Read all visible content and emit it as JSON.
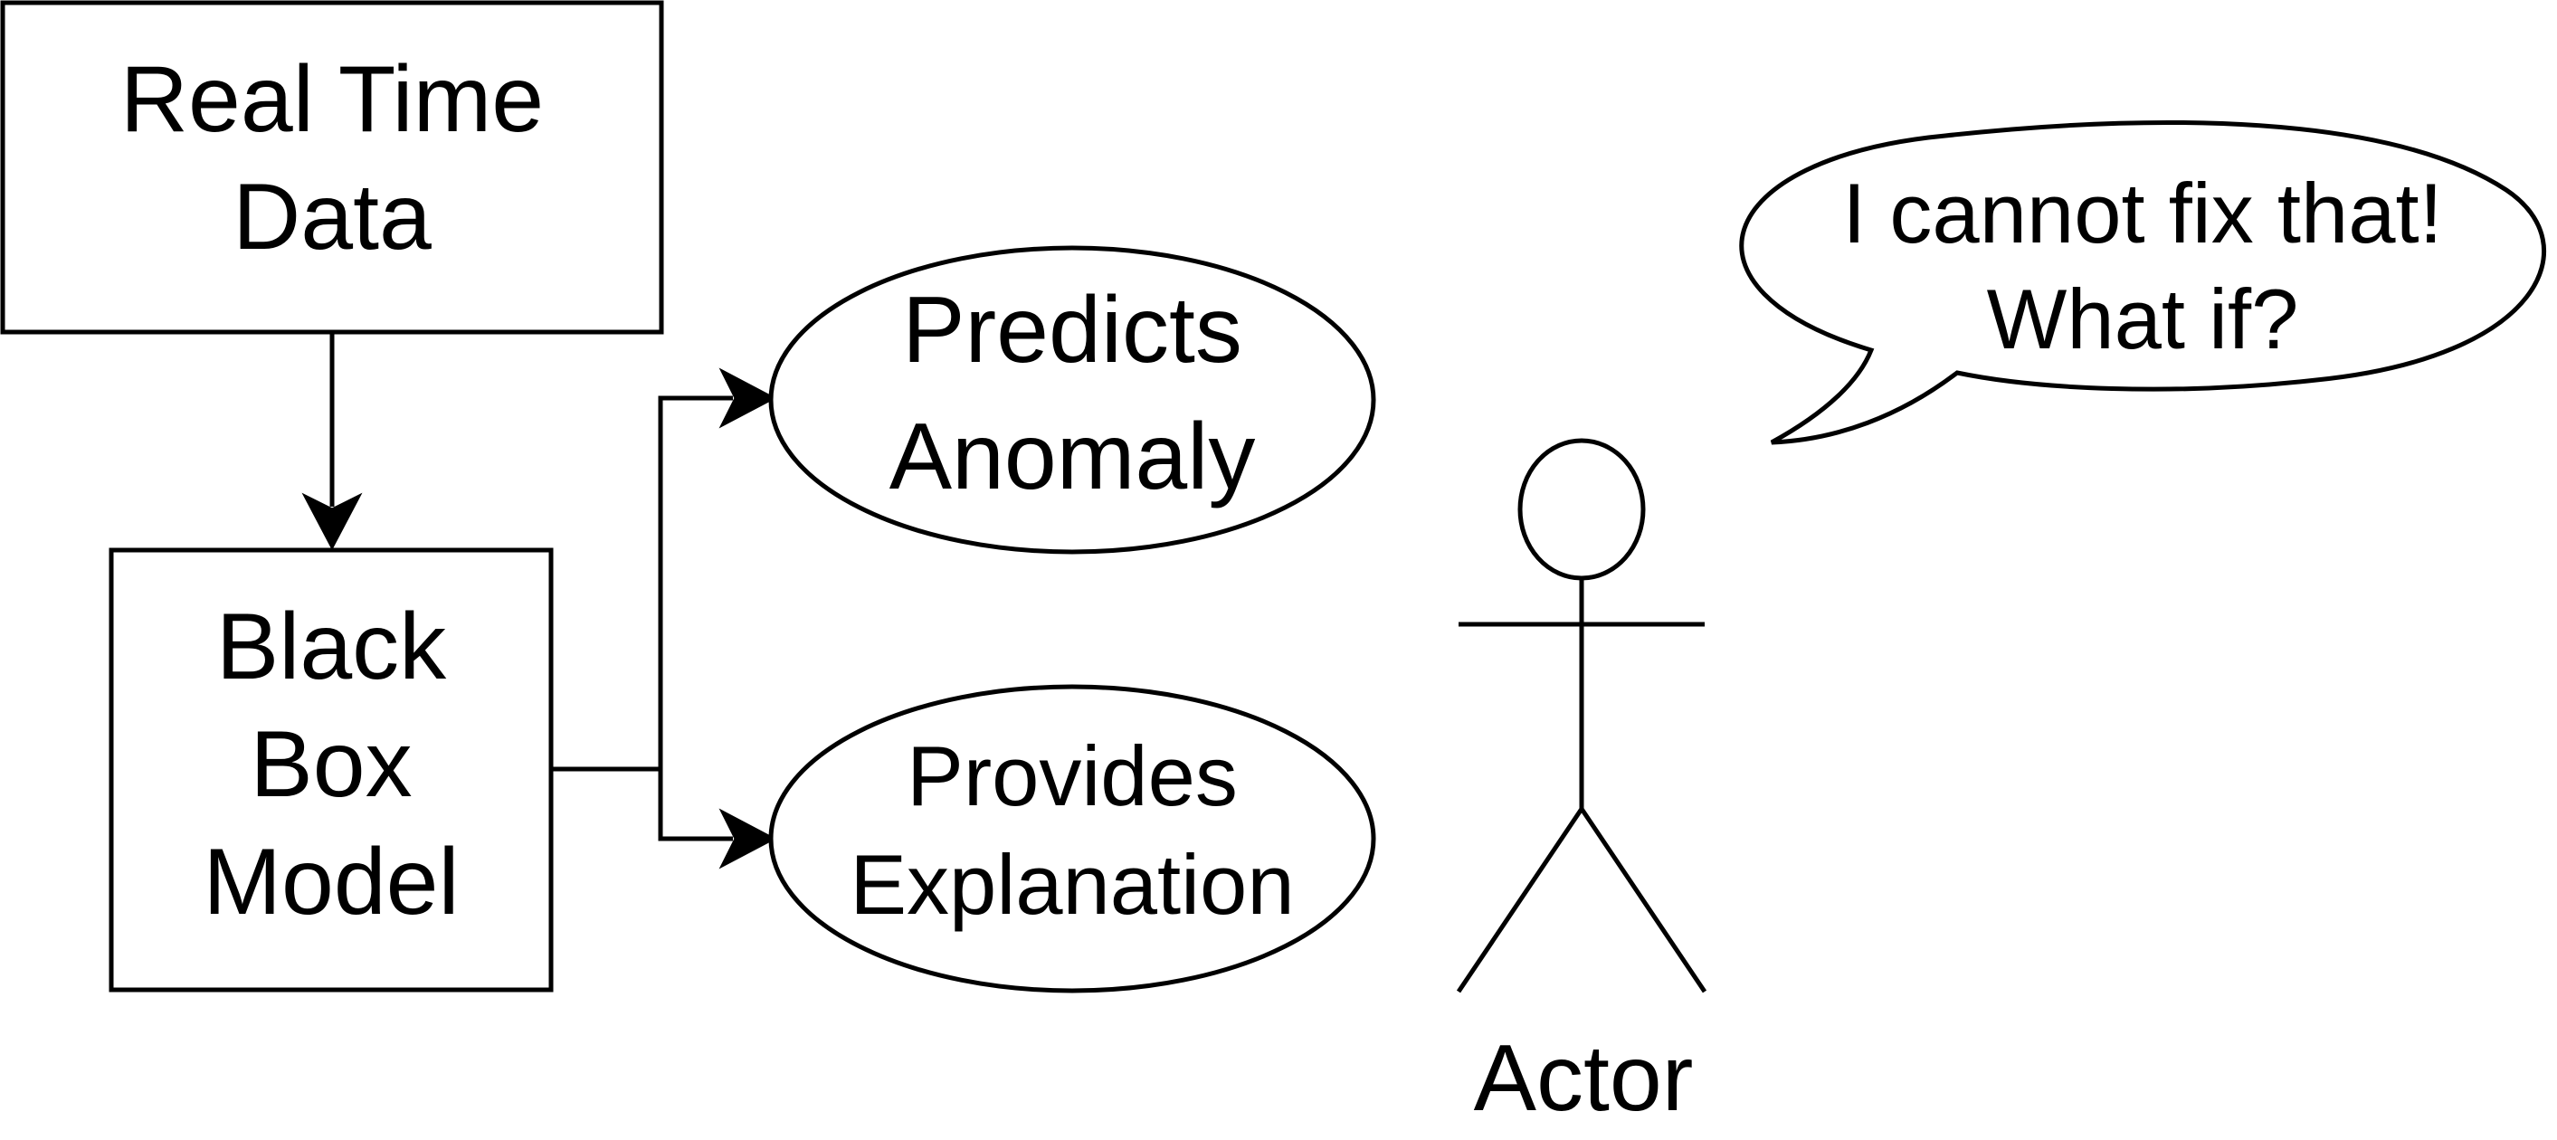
{
  "diagram": {
    "real_time_data": {
      "line1": "Real Time",
      "line2": "Data"
    },
    "black_box_model": {
      "line1": "Black",
      "line2": "Box",
      "line3": "Model"
    },
    "predicts_anomaly": {
      "line1": "Predicts",
      "line2": "Anomaly"
    },
    "provides_explanation": {
      "line1": "Provides",
      "line2": "Explanation"
    },
    "actor": {
      "label": "Actor"
    },
    "speech_bubble": {
      "line1": "I cannot fix that!",
      "line2": "What if?"
    }
  },
  "colors": {
    "stroke": "#000000",
    "fill": "#ffffff",
    "text": "#000000"
  }
}
